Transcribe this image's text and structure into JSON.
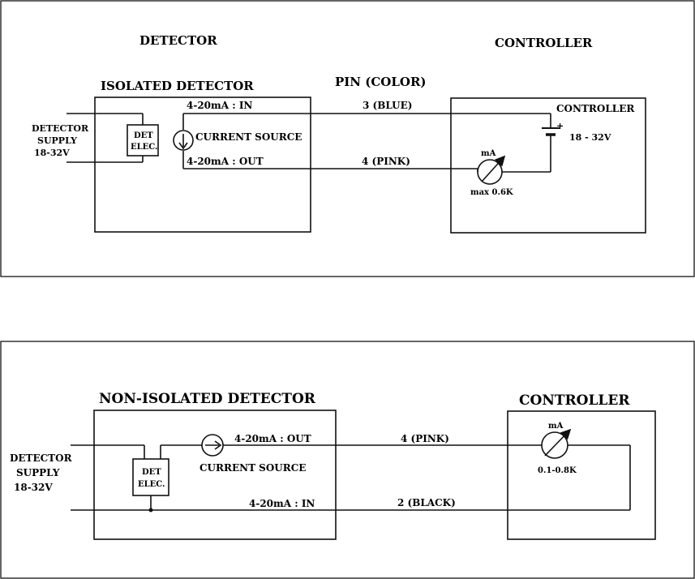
{
  "diagram1": {
    "heading_detector": "DETECTOR",
    "heading_controller": "CONTROLLER",
    "pin_header": "PIN (COLOR)",
    "detector_box_title": "ISOLATED DETECTOR",
    "supply_label": [
      "DETECTOR",
      "SUPPLY",
      "18-32V"
    ],
    "det_elec": [
      "DET",
      "ELEC."
    ],
    "current_source": "CURRENT SOURCE",
    "signal_in": "4-20mA : IN",
    "signal_out": "4-20mA : OUT",
    "pin_in": "3 (BLUE)",
    "pin_out": "4 (PINK)",
    "controller_title": "CONTROLLER",
    "battery_label": "18 - 32V",
    "battery_plus": "+",
    "meter_unit": "mA",
    "meter_load": "max 0.6K"
  },
  "diagram2": {
    "detector_box_title": "NON-ISOLATED DETECTOR",
    "controller_title": "CONTROLLER",
    "supply_label": [
      "DETECTOR",
      "SUPPLY",
      "18-32V"
    ],
    "det_elec": [
      "DET",
      "ELEC."
    ],
    "current_source": "CURRENT SOURCE",
    "signal_out": "4-20mA : OUT",
    "signal_in": "4-20mA : IN",
    "pin_out": "4 (PINK)",
    "pin_in": "2 (BLACK)",
    "meter_unit": "mA",
    "meter_load": "0.1-0.8K"
  }
}
